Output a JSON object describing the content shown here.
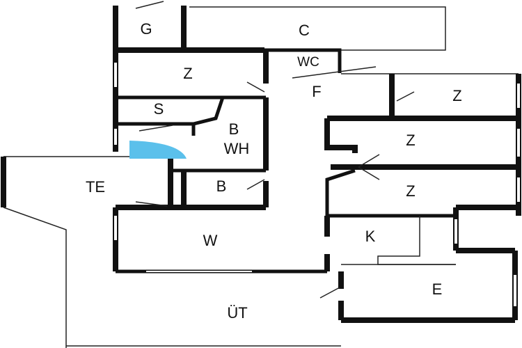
{
  "rooms": {
    "g": "G",
    "c": "C",
    "wc": "WC",
    "z1": "Z",
    "f": "F",
    "z2": "Z",
    "s": "S",
    "b1": "B",
    "wh": "WH",
    "z3": "Z",
    "te": "TE",
    "b2": "B",
    "z4": "Z",
    "k": "K",
    "w": "W",
    "e": "E",
    "ut": "ÜT"
  },
  "colors": {
    "wall": "#111111",
    "accent": "#5bc0eb"
  }
}
